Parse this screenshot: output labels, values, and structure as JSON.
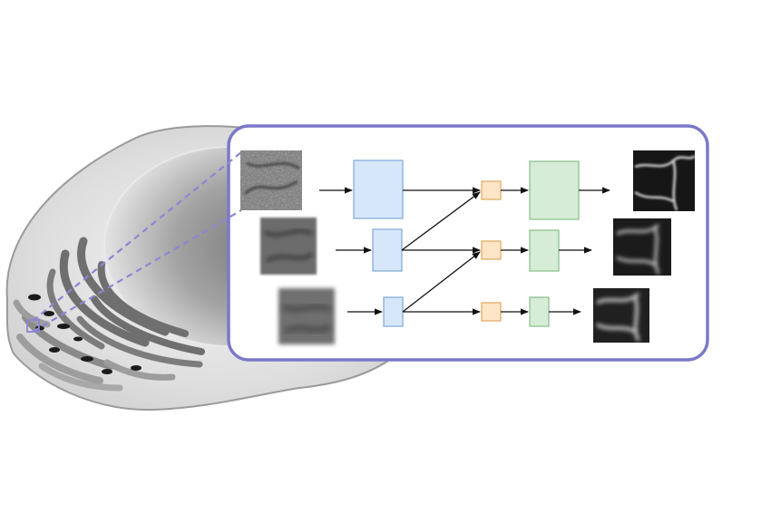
{
  "figure": {
    "subject": "cell-with-golgi-apparatus",
    "inset": "multi-scale-network-diagram",
    "text_labels": []
  },
  "colors": {
    "inset_border": "#7b78c8",
    "zoom_lines": "#8b86d4",
    "encoder_fill": "#d7e7fa",
    "encoder_stroke": "#7ea6d6",
    "fusion_fill": "#fde5c8",
    "fusion_stroke": "#e0a85c",
    "decoder_fill": "#d6ecd6",
    "decoder_stroke": "#86bf86",
    "arrow": "#111111",
    "cell_outline": "#9a9a9a",
    "golgi_dark": "#6f6f6f",
    "golgi_light": "#9d9d9d",
    "vesicle": "#1a1a1a"
  },
  "network": {
    "scales": [
      {
        "name": "scale-1",
        "input": "full-resolution",
        "output": "full-resolution"
      },
      {
        "name": "scale-2",
        "input": "half-resolution",
        "output": "half-resolution"
      },
      {
        "name": "scale-3",
        "input": "quarter-resolution",
        "output": "quarter-resolution"
      }
    ],
    "cross_connections": [
      "scale-3-to-scale-2",
      "scale-2-to-scale-1"
    ]
  }
}
